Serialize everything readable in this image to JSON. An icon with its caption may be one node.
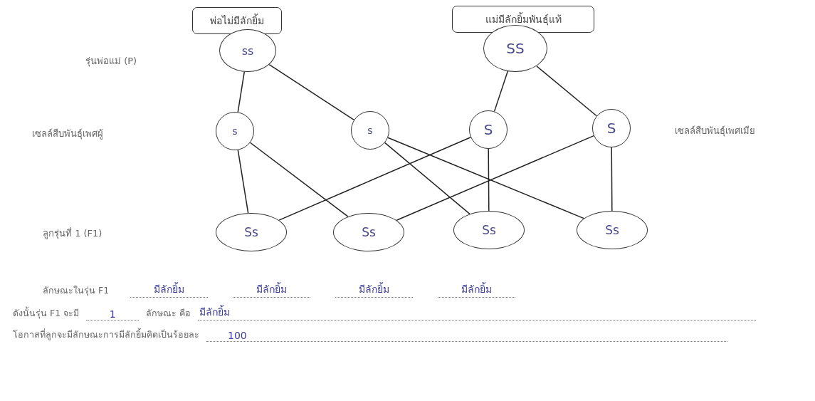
{
  "diagram": {
    "nodes": [
      {
        "text": [
          "พ่อไม่มีลักยิ้ม"
        ]
      },
      {
        "text": [
          "แม่มีลักยิ้มพันธุ์แท้"
        ]
      },
      {
        "text": [
          "ss"
        ]
      },
      {
        "text": [
          "SS"
        ]
      },
      {
        "text": [
          "s"
        ]
      },
      {
        "text": [
          "s"
        ]
      },
      {
        "text": [
          "S"
        ]
      },
      {
        "text": [
          "S"
        ]
      },
      {
        "text": [
          "Ss"
        ]
      },
      {
        "text": [
          "Ss"
        ]
      },
      {
        "text": [
          "Ss"
        ]
      },
      {
        "text": [
          "Ss"
        ]
      }
    ],
    "edges": [
      {
        "from": 2,
        "to": 4,
        "arrow": "none"
      },
      {
        "from": 2,
        "to": 5,
        "arrow": "none"
      },
      {
        "from": 3,
        "to": 6,
        "arrow": "none"
      },
      {
        "from": 3,
        "to": 7,
        "arrow": "none"
      },
      {
        "from": 4,
        "to": 8,
        "arrow": "none"
      },
      {
        "from": 4,
        "to": 9,
        "arrow": "none"
      },
      {
        "from": 5,
        "to": 10,
        "arrow": "none"
      },
      {
        "from": 5,
        "to": 11,
        "arrow": "none"
      },
      {
        "from": 6,
        "to": 8,
        "arrow": "none"
      },
      {
        "from": 6,
        "to": 10,
        "arrow": "none"
      },
      {
        "from": 7,
        "to": 9,
        "arrow": "none"
      },
      {
        "from": 7,
        "to": 11,
        "arrow": "none"
      }
    ],
    "labels": [
      "รุ่นพ่อแม่ (P)",
      "เซลล์สืบพันธุ์เพศผู้",
      "เซลล์สืบพันธุ์เพศเมีย",
      "ลูกรุ่นที่ 1 (F1)",
      "ลักษณะในรุ่น F1",
      "มีลักยิ้ม",
      "มีลักยิ้ม",
      "มีลักยิ้ม",
      "มีลักยิ้ม",
      "ดังนั้นรุ่น F1 จะมี",
      "1",
      "ลักษณะ คือ",
      "มีลักยิ้ม",
      "โอกาสที่ลูกจะมีลักษณะการมีลักยิ้มคิดเป็นร้อยละ",
      "100"
    ]
  }
}
